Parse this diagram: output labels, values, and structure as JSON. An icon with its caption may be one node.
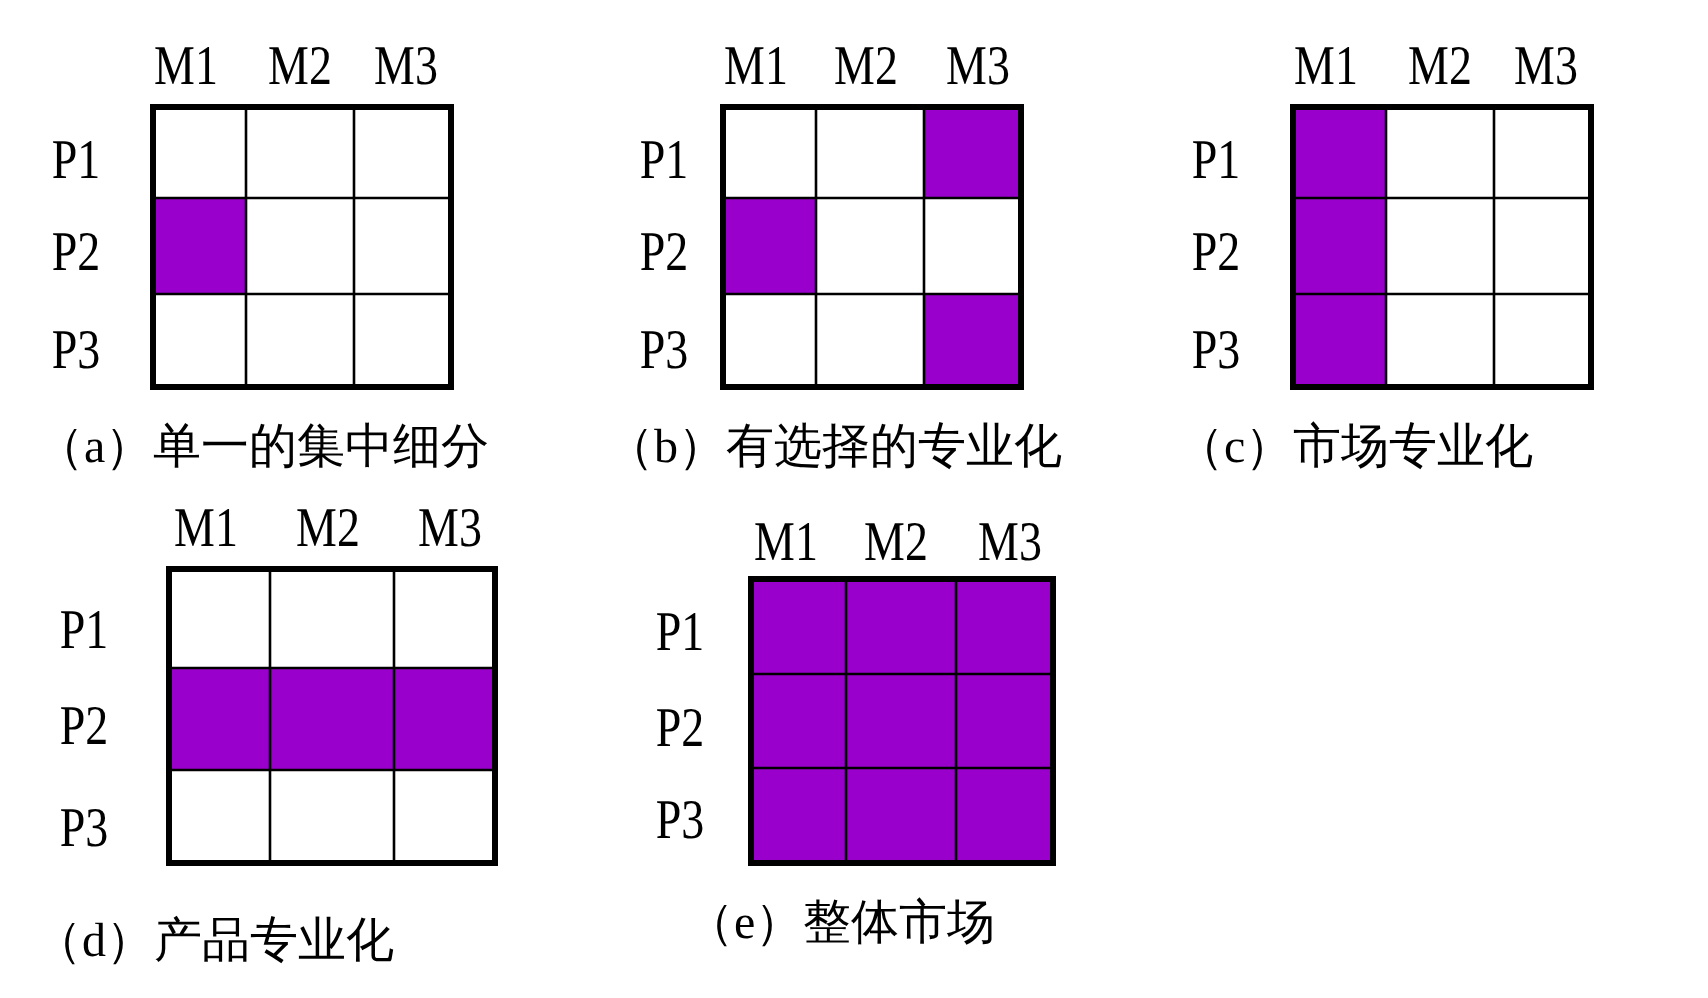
{
  "diagram": {
    "nodes": [
      {
        "text": [
          "M1",
          "M2",
          "M3",
          "P1",
          "P2",
          "P3"
        ],
        "beside": [
          "（a）单一的集中细分"
        ]
      },
      {
        "text": [],
        "shape": "box",
        "in": 0
      },
      {
        "text": [
          "M1",
          "M2",
          "M3",
          "P1",
          "P2",
          "P3"
        ],
        "beside": [
          "（b）有选择的专业化"
        ]
      },
      {
        "text": [],
        "shape": "box",
        "in": 2
      },
      {
        "text": [],
        "shape": "box",
        "in": 2
      },
      {
        "text": [],
        "shape": "box",
        "in": 2
      },
      {
        "text": [
          "M1",
          "M2",
          "M3",
          "P1",
          "P2",
          "P3"
        ],
        "beside": [
          "（c）市场专业化"
        ]
      },
      {
        "text": [],
        "shape": "box",
        "in": 6
      },
      {
        "text": [],
        "shape": "box",
        "in": 6
      },
      {
        "text": [],
        "shape": "box",
        "in": 6
      },
      {
        "text": [
          "M1",
          "M2",
          "M3",
          "P1",
          "P2",
          "P3"
        ],
        "beside": [
          "（d）产品专业化"
        ]
      },
      {
        "text": [],
        "shape": "box",
        "in": 10
      },
      {
        "text": [],
        "shape": "box",
        "in": 10
      },
      {
        "text": [],
        "shape": "box",
        "in": 10
      },
      {
        "text": [
          "M1",
          "M2",
          "M3",
          "P1",
          "P2",
          "P3"
        ],
        "beside": [
          "（e）整体市场"
        ]
      },
      {
        "text": [],
        "shape": "box",
        "in": 14
      },
      {
        "text": [],
        "shape": "box",
        "in": 14
      },
      {
        "text": [],
        "shape": "box",
        "in": 14
      },
      {
        "text": [],
        "shape": "box",
        "in": 14
      },
      {
        "text": [],
        "shape": "box",
        "in": 14
      },
      {
        "text": [],
        "shape": "box",
        "in": 14
      },
      {
        "text": [],
        "shape": "box",
        "in": 14
      },
      {
        "text": [],
        "shape": "box",
        "in": 14
      },
      {
        "text": [],
        "shape": "box",
        "in": 14
      }
    ]
  }
}
